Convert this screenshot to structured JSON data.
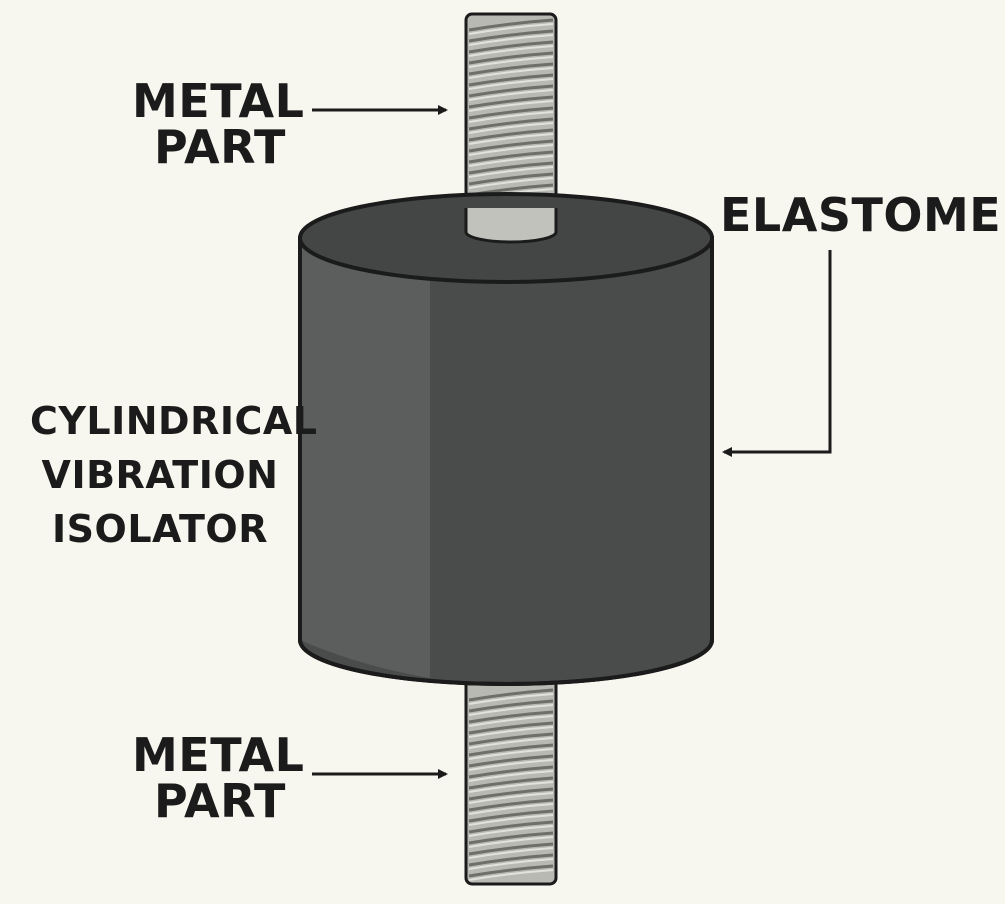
{
  "labels": {
    "metal_part_top": [
      "METAL",
      "PART"
    ],
    "elastomer": "ELASTOMER",
    "isolator": [
      "CYLINDRICAL",
      "VIBRATION",
      "ISOLATOR"
    ],
    "metal_part_bottom": [
      "METAL",
      "PART"
    ]
  },
  "colors": {
    "background": "#f7f6ef",
    "outline": "#1b1b1b",
    "body_dark": "#4a4c4b",
    "body_light": "#5e605f",
    "top_face": "#444645",
    "thread_fill": "#b9b9b4",
    "thread_groove": "#6f6f6a"
  }
}
